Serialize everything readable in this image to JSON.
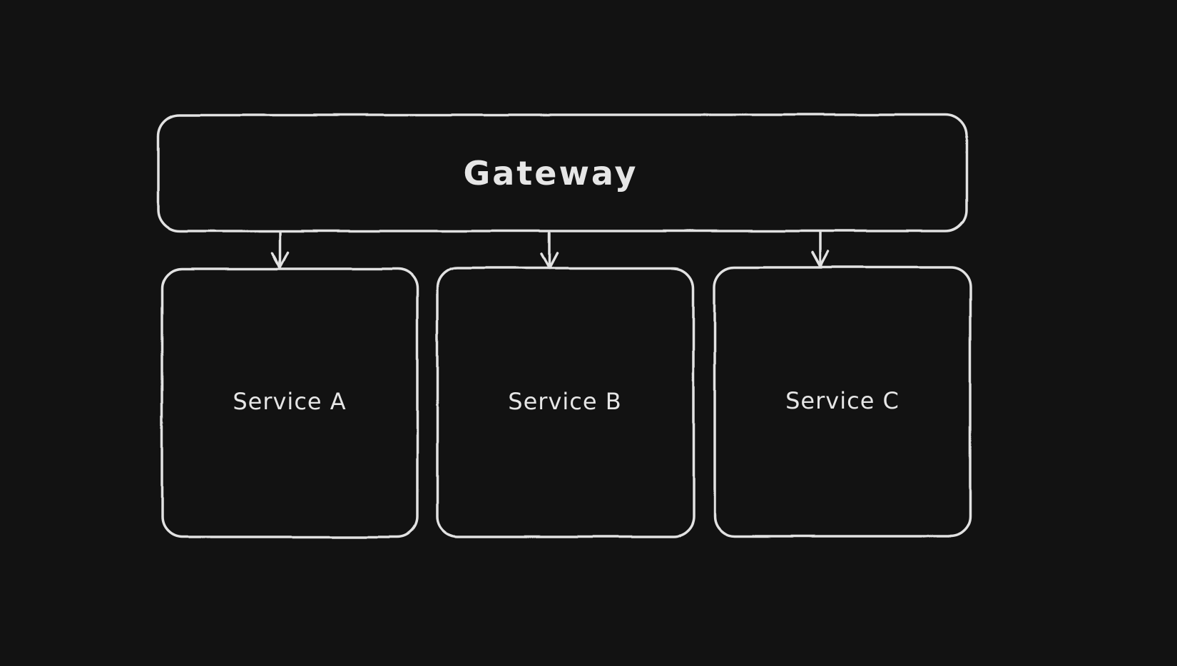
{
  "canvas": {
    "background_color": "#121212",
    "stroke_color": "#e2e2e2"
  },
  "diagram": {
    "nodes": [
      {
        "id": "gateway",
        "label": "Gateway"
      },
      {
        "id": "service-a",
        "label": "Service A"
      },
      {
        "id": "service-b",
        "label": "Service B"
      },
      {
        "id": "service-c",
        "label": "Service C"
      }
    ],
    "edges": [
      {
        "from": "Gateway",
        "to": "Service A"
      },
      {
        "from": "Gateway",
        "to": "Service B"
      },
      {
        "from": "Gateway",
        "to": "Service C"
      }
    ]
  }
}
